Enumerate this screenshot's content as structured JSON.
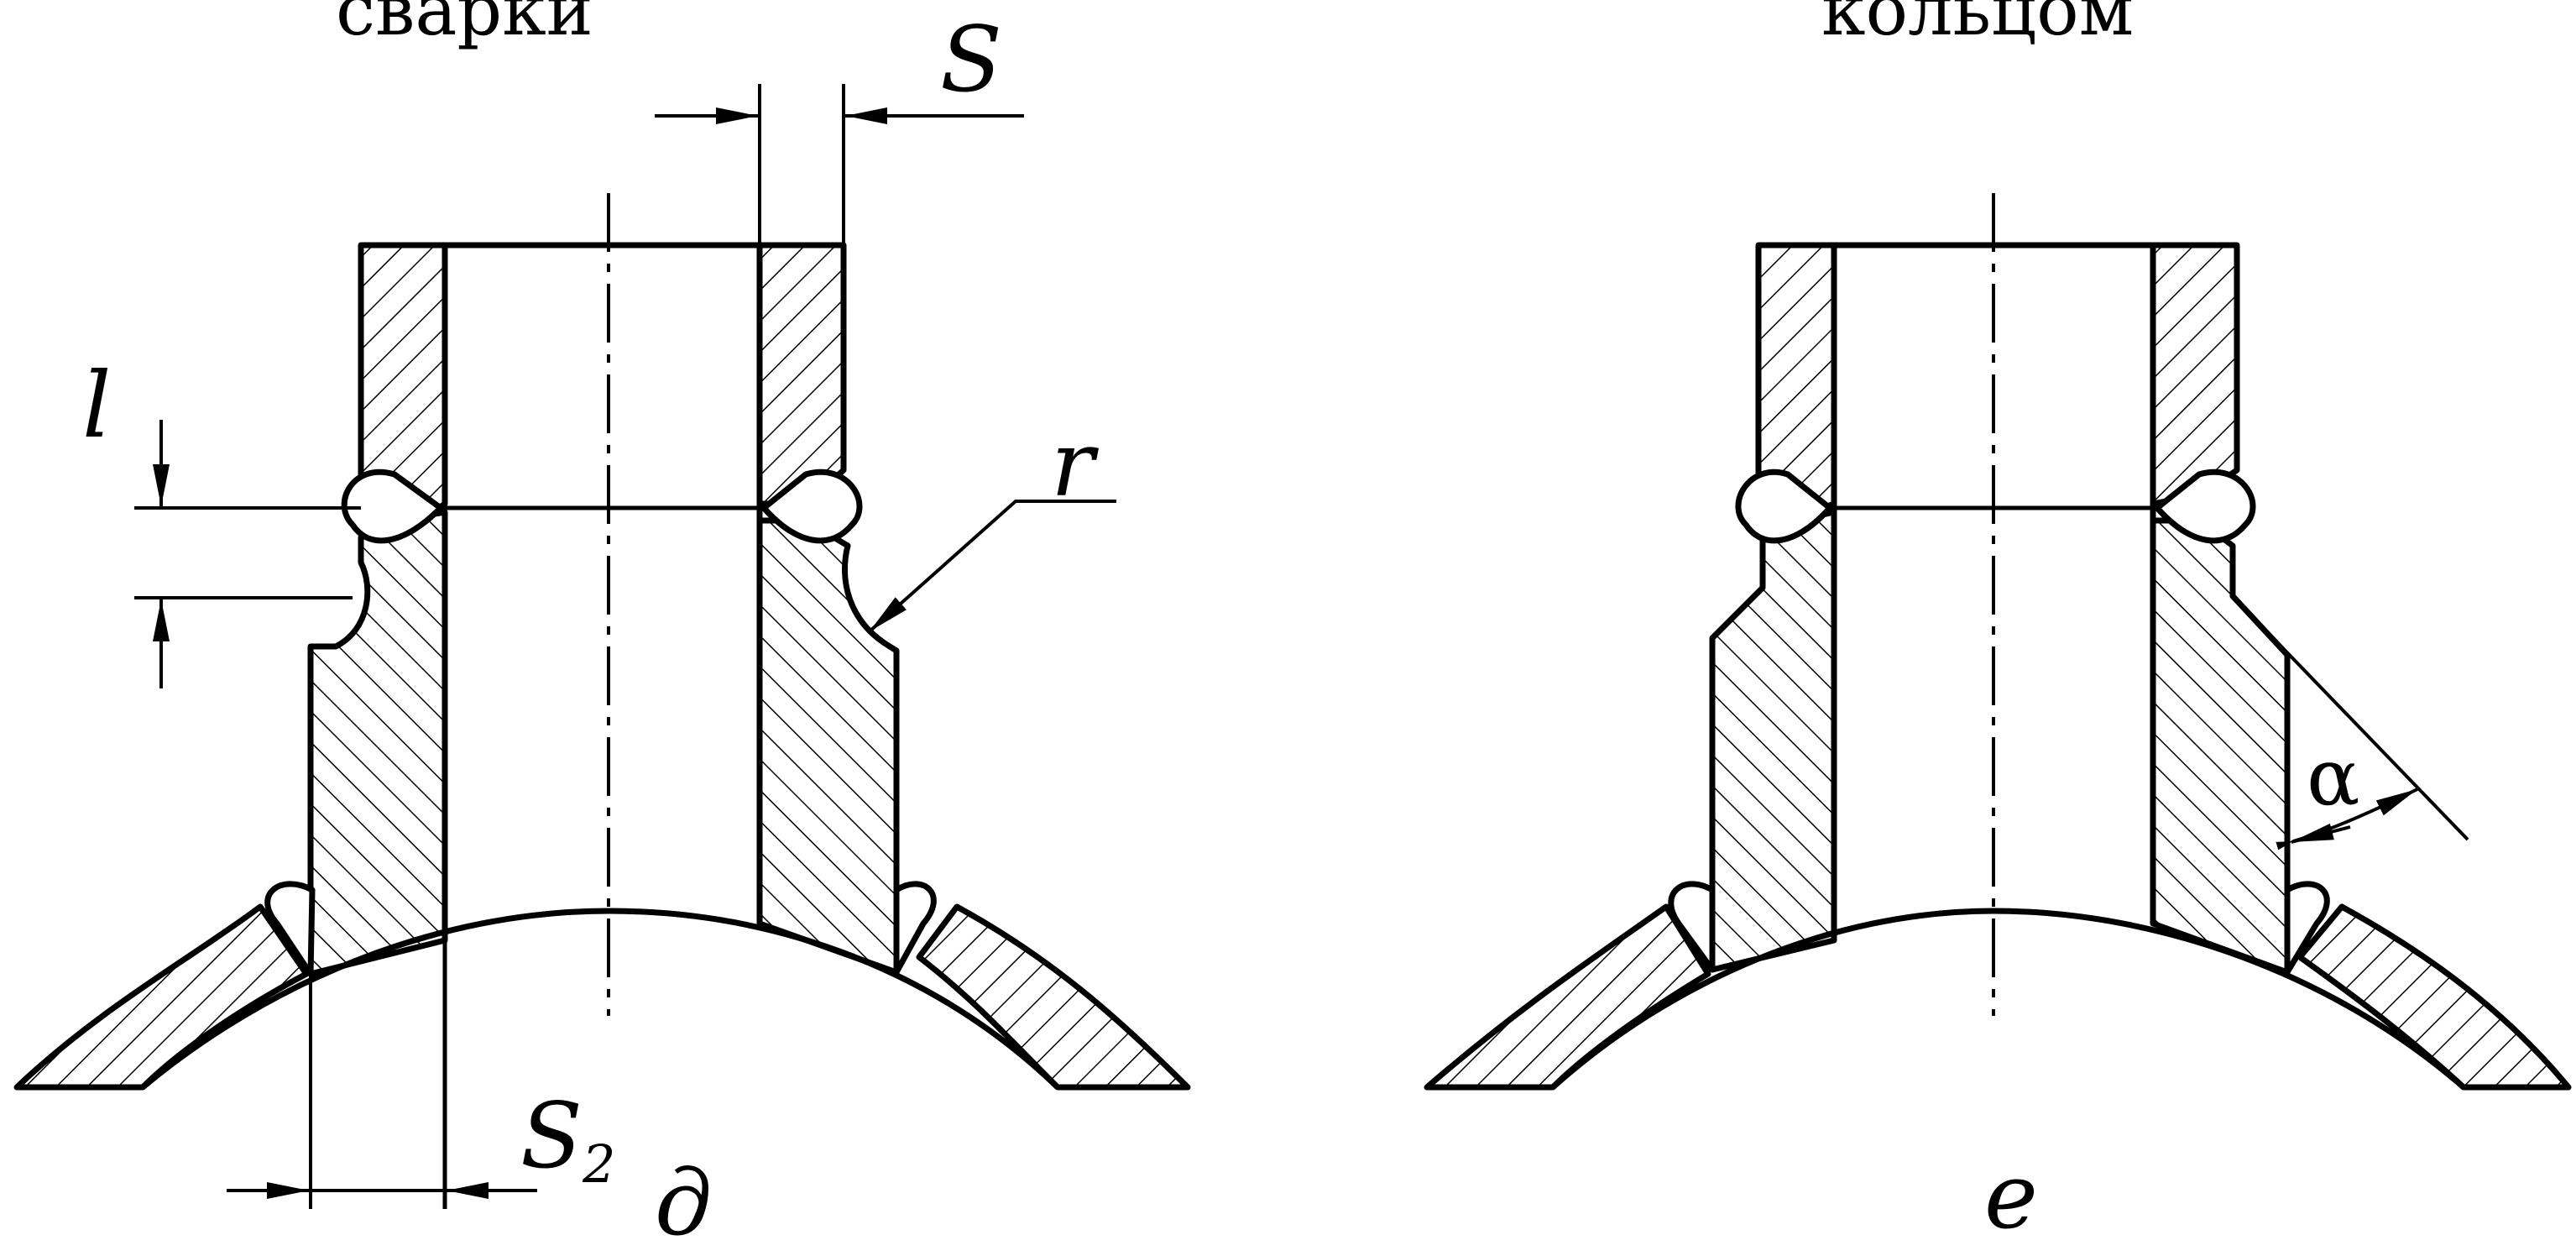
{
  "captions": {
    "left_top": "сварки",
    "right_top": "кольцом"
  },
  "labels": {
    "S": "S",
    "l": "l",
    "r": "r",
    "S2_base": "S",
    "S2_sub": "2",
    "alpha": "α",
    "fig_d": "д",
    "fig_e": "е"
  }
}
